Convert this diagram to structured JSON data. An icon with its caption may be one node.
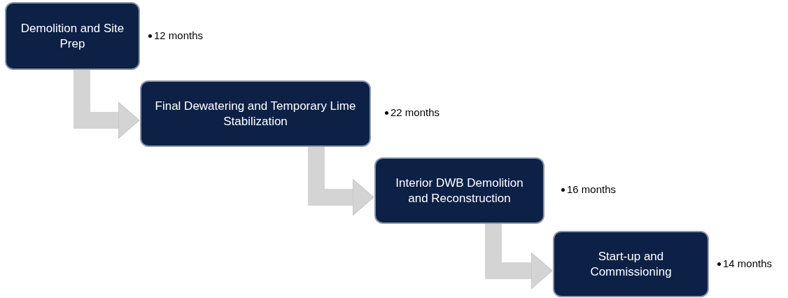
{
  "diagram": {
    "nodes": [
      {
        "text": [
          "Demolition and Site Prep"
        ],
        "beside": [
          "12 months"
        ]
      },
      {
        "text": [
          "Final Dewatering and Temporary Lime Stabilization"
        ],
        "beside": [
          "22 months"
        ]
      },
      {
        "text": [
          "Interior DWB Demolition and Reconstruction"
        ],
        "beside": [
          "16 months"
        ]
      },
      {
        "text": [
          "Start-up and Commissioning"
        ],
        "beside": [
          "14 months"
        ]
      }
    ],
    "edges": [
      {
        "from": 0,
        "to": 1,
        "arrow": "to"
      },
      {
        "from": 1,
        "to": 2,
        "arrow": "to"
      },
      {
        "from": 2,
        "to": 3,
        "arrow": "to"
      }
    ]
  }
}
